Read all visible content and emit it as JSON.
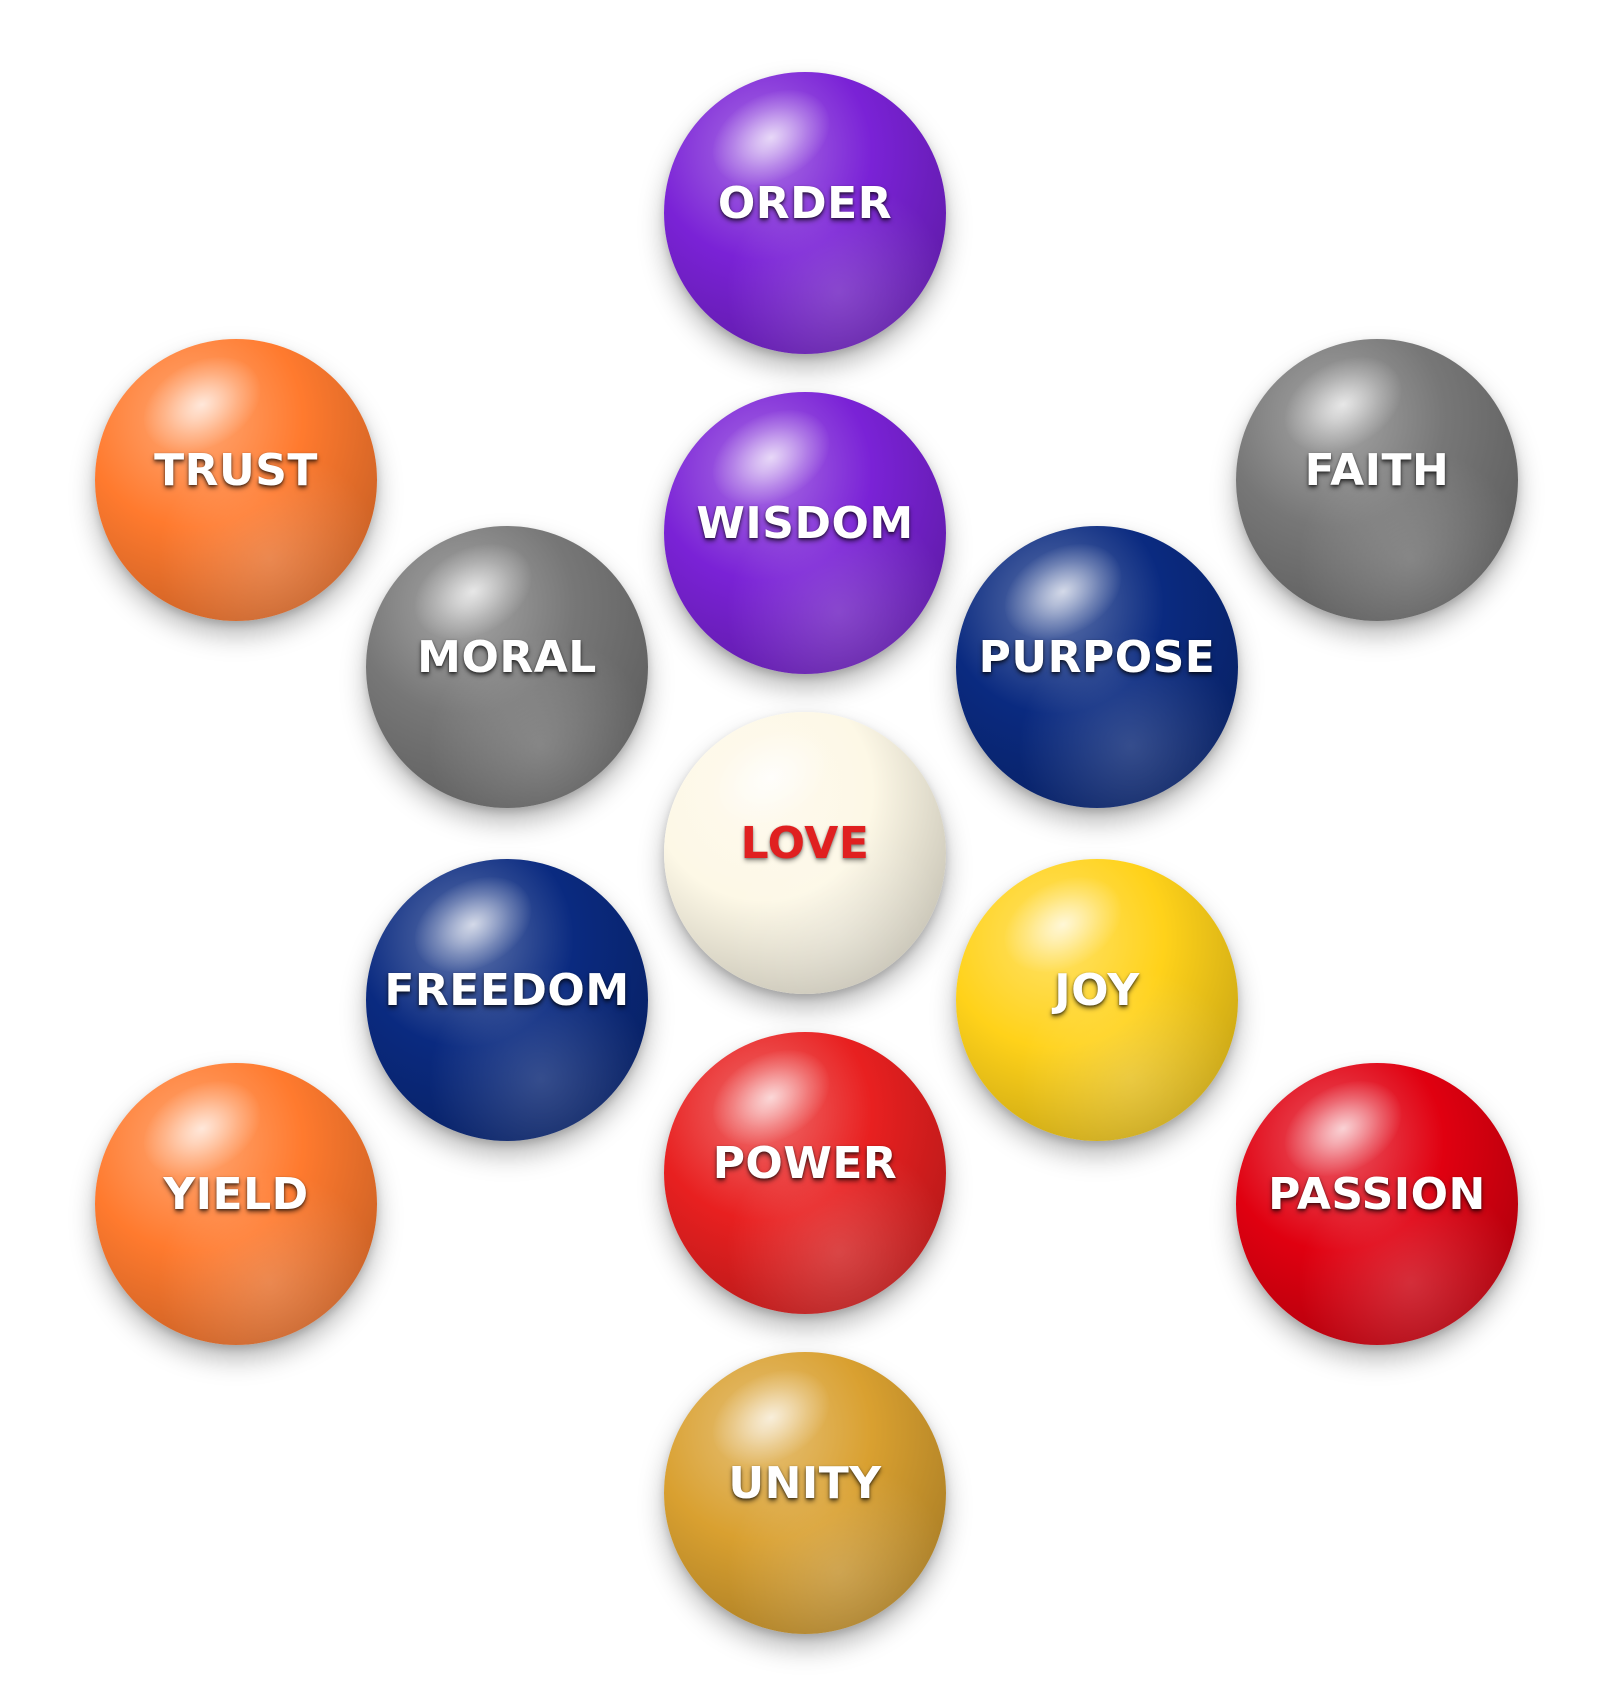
{
  "diagram": {
    "spheres": [
      {
        "id": "order",
        "label": "ORDER",
        "color": "#7a22d6",
        "text_color": "#ffffff"
      },
      {
        "id": "trust",
        "label": "TRUST",
        "color": "#ff7a2e",
        "text_color": "#ffffff"
      },
      {
        "id": "faith",
        "label": "FAITH",
        "color": "#777777",
        "text_color": "#ffffff"
      },
      {
        "id": "wisdom",
        "label": "WISDOM",
        "color": "#7a22d6",
        "text_color": "#ffffff"
      },
      {
        "id": "moral",
        "label": "MORAL",
        "color": "#777777",
        "text_color": "#ffffff"
      },
      {
        "id": "purpose",
        "label": "PURPOSE",
        "color": "#0a2a80",
        "text_color": "#ffffff"
      },
      {
        "id": "love",
        "label": "LOVE",
        "color": "#fdf8e6",
        "text_color": "#e02020"
      },
      {
        "id": "freedom",
        "label": "FREEDOM",
        "color": "#0a2a80",
        "text_color": "#ffffff"
      },
      {
        "id": "joy",
        "label": "JOY",
        "color": "#ffd21a",
        "text_color": "#ffffff"
      },
      {
        "id": "yield",
        "label": "YIELD",
        "color": "#ff7a2e",
        "text_color": "#ffffff"
      },
      {
        "id": "power",
        "label": "POWER",
        "color": "#e82020",
        "text_color": "#ffffff"
      },
      {
        "id": "passion",
        "label": "PASSION",
        "color": "#e00010",
        "text_color": "#ffffff"
      },
      {
        "id": "unity",
        "label": "UNITY",
        "color": "#d9a030",
        "text_color": "#ffffff"
      }
    ]
  }
}
